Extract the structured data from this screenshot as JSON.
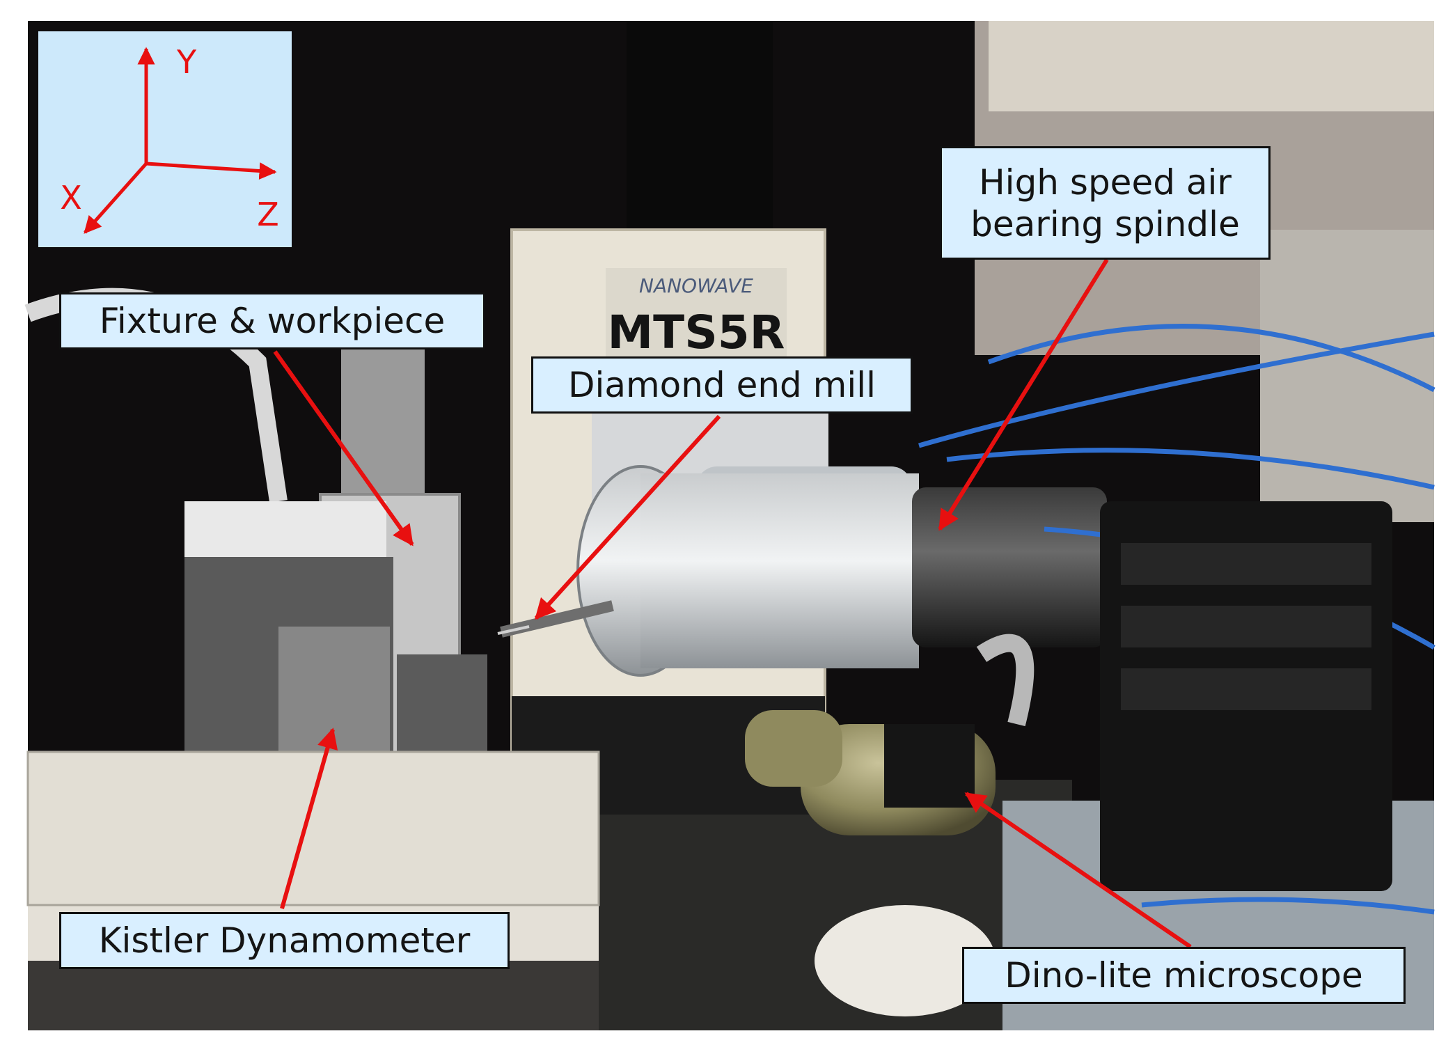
{
  "axes": {
    "y": "Y",
    "x": "X",
    "z": "Z"
  },
  "machine_brand": "NANOWAVE",
  "machine_model": "MTS5R",
  "labels": {
    "fixture": "Fixture & workpiece",
    "end_mill": "Diamond end mill",
    "spindle_line1": "High speed air",
    "spindle_line2": "bearing spindle",
    "dynamometer": "Kistler Dynamometer",
    "microscope": "Dino-lite microscope"
  },
  "colors": {
    "label_fill": "#d9efff",
    "arrow": "#e81010",
    "axes_bg": "#cde9fb"
  }
}
